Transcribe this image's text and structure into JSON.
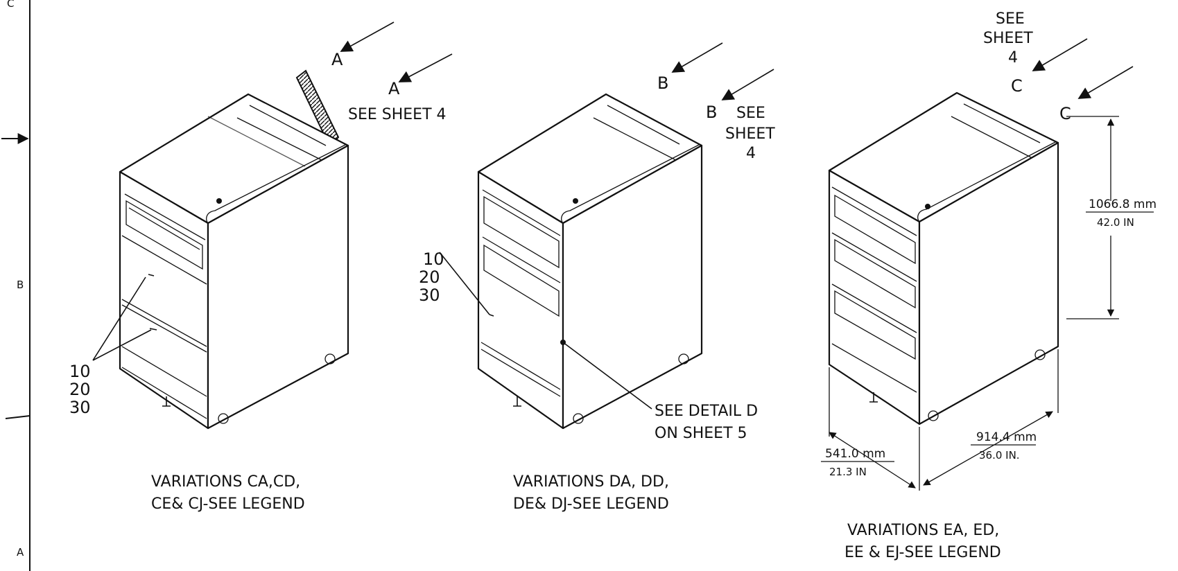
{
  "border_zones": {
    "top": "C",
    "middle": "B",
    "bottom": "A"
  },
  "cabinets": [
    {
      "view_letter": "A",
      "view_note": "SEE SHEET 4",
      "callouts": [
        "10",
        "20",
        "30"
      ],
      "caption_line1": "VARIATIONS CA,CD,",
      "caption_line2": "CE& CJ-SEE LEGEND"
    },
    {
      "view_letter": "B",
      "view_note_lines": [
        "SEE",
        "SHEET",
        "4"
      ],
      "callouts": [
        "10",
        "20",
        "30"
      ],
      "detail_note_line1": "SEE DETAIL D",
      "detail_note_line2": "ON SHEET 5",
      "caption_line1": "VARIATIONS DA, DD,",
      "caption_line2": "DE& DJ-SEE LEGEND"
    },
    {
      "view_letter": "C",
      "view_note_lines": [
        "SEE",
        "SHEET",
        "4"
      ],
      "caption_line1": "VARIATIONS EA, ED,",
      "caption_line2": "EE & EJ-SEE LEGEND"
    }
  ],
  "dimensions": {
    "height": {
      "metric": "1066.8 mm",
      "imperial": "42.0 IN"
    },
    "depth": {
      "metric": "914.4 mm",
      "imperial": "36.0 IN."
    },
    "width": {
      "metric": "541.0 mm",
      "imperial": "21.3 IN"
    }
  }
}
